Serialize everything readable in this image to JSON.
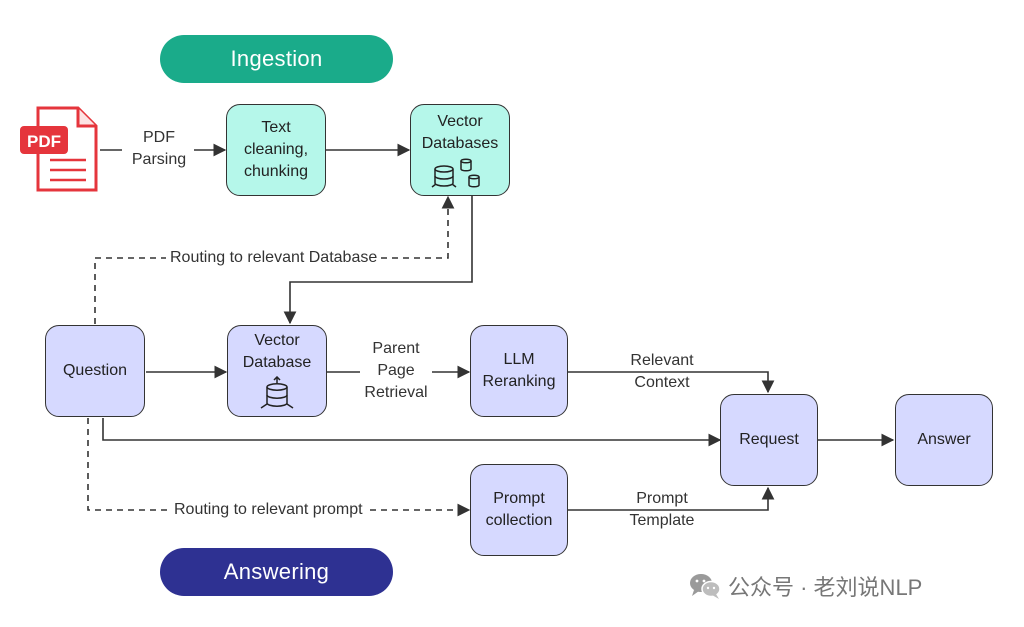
{
  "phases": {
    "ingestion": "Ingestion",
    "answering": "Answering"
  },
  "nodes": {
    "pdf_badge": "PDF",
    "text_cleaning": "Text\ncleaning,\nchunking",
    "vector_databases": "Vector\nDatabases",
    "question": "Question",
    "vector_database": "Vector\nDatabase",
    "llm_reranking": "LLM\nReranking",
    "request": "Request",
    "answer": "Answer",
    "prompt_collection": "Prompt\ncollection"
  },
  "edge_labels": {
    "pdf_parsing": "PDF\nParsing",
    "routing_database": "Routing to relevant Database",
    "parent_page_retrieval": "Parent\nPage\nRetrieval",
    "relevant_context": "Relevant\nContext",
    "routing_prompt": "Routing to relevant prompt",
    "prompt_template": "Prompt\nTemplate"
  },
  "watermark": {
    "text": "公众号 · 老刘说NLP"
  },
  "colors": {
    "ingestion_pill": "#1aab8a",
    "answering_pill": "#2e3192",
    "teal_node": "#b5f7ea",
    "lavender_node": "#d6d9ff",
    "pdf_red": "#e5353c"
  }
}
